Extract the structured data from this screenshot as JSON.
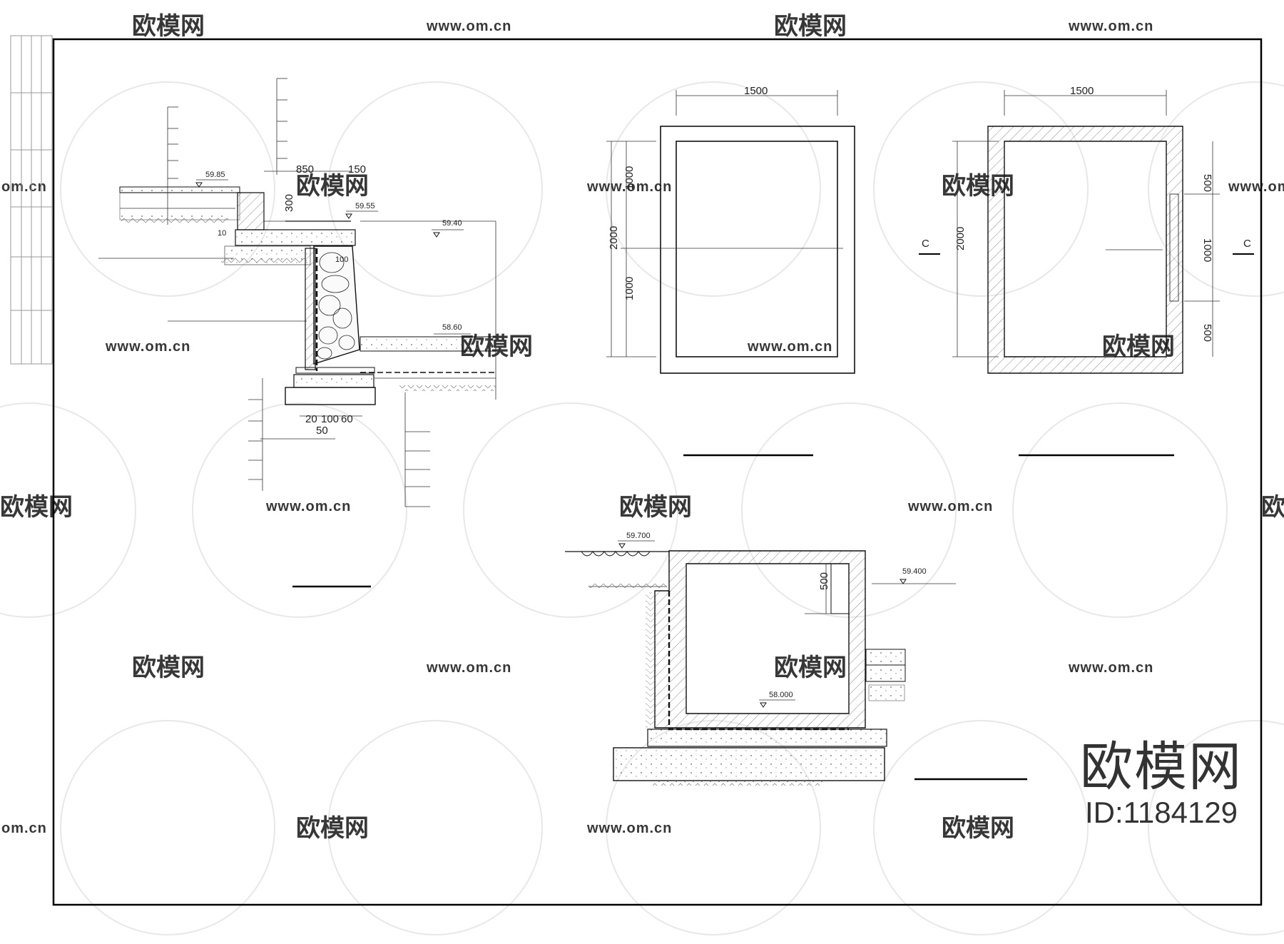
{
  "dimensions": {
    "plan_a_width": "1500",
    "plan_a_height": "2000",
    "plan_a_upper": "1000",
    "plan_a_lower": "1000",
    "plan_b_width": "1500",
    "plan_b_height": "2000",
    "plan_b_top": "500",
    "plan_b_mid": "1000",
    "plan_b_bottom": "500",
    "section_mark": "C",
    "retaining_850": "850",
    "retaining_150": "150",
    "retaining_300": "300",
    "retaining_100": "100",
    "retaining_10": "10",
    "footing_1": "20",
    "footing_2": "100",
    "footing_3": "60",
    "footing_4": "50",
    "tank_500": "500"
  },
  "elevations": {
    "e_5985": "59.85",
    "e_5955": "59.55",
    "e_5940": "59.40",
    "e_5860": "58.60",
    "e_59700": "59.700",
    "e_59400": "59.400",
    "e_58000": "58.000"
  },
  "watermark": {
    "brand": "欧模网",
    "url": "www.om.cn",
    "url_partial": "om.cn"
  },
  "badge": {
    "name": "欧模网",
    "id": "ID:1184129"
  }
}
